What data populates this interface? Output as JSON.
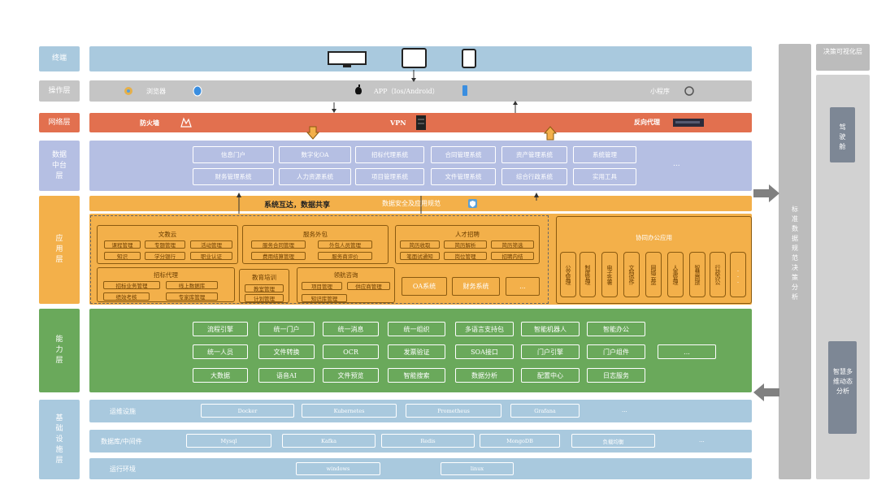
{
  "layers": {
    "terminal": "终端",
    "operation": "操作层",
    "network": "网络层",
    "data_center": "数据中台层",
    "application": "应用层",
    "capability": "能力层",
    "infrastructure": "基础设施层"
  },
  "right": {
    "decision_title": "决策可视化层",
    "driver": "驾驶舱",
    "standard": "标准数据规范决策分析",
    "smart": "智慧多维动态分析"
  },
  "operation": {
    "browser": "浏览器",
    "app": "APP（Ios/Android）",
    "mini": "小程序"
  },
  "network": {
    "firewall": "防火墙",
    "vpn": "VPN",
    "proxy": "反向代理"
  },
  "data_center": {
    "row1": [
      "信息门户",
      "数字化OA",
      "招标代理系统",
      "合同管理系统",
      "资产管理系统",
      "系统管理"
    ],
    "row2": [
      "财务管理系统",
      "人力资源系统",
      "项目管理系统",
      "文件管理系统",
      "综合行政系统",
      "实用工具"
    ],
    "more": "..."
  },
  "app_layer": {
    "interop": "系统互达，数据共享",
    "security": "数据安全及应用规范",
    "wenjiao": {
      "title": "文教云",
      "items": [
        "课程管理",
        "专题管理",
        "活动管理",
        "知识",
        "学分银行",
        "职业认证"
      ]
    },
    "outsourcing": {
      "title": "服务外包",
      "items": [
        "服务合同管理",
        "外包人员管理",
        "费用结算管理",
        "服务商评价"
      ]
    },
    "talent": {
      "title": "人才招聘",
      "items": [
        "简历收取",
        "简历解析",
        "简历筛选",
        "笔面试通知",
        "岗位管理",
        "招聘内结"
      ]
    },
    "bidding": {
      "title": "招标代理",
      "items": [
        "招标业务管理",
        "线上数据库",
        "绩效考核",
        "专家库管理"
      ]
    },
    "education": {
      "title": "教育培训",
      "items": [
        "教室管理",
        "计划管理"
      ]
    },
    "consult": {
      "title": "领航咨询",
      "items": [
        "项目管理",
        "供应商管理",
        "知识库管理"
      ]
    },
    "oa": "OA系统",
    "finance": "财务系统",
    "more": "...",
    "office": {
      "title": "协同办公应用",
      "items": [
        "公文管理",
        "制度管理",
        "电子签署",
        "文档协作",
        "网络云盘",
        "人事管理",
        "智慧商旅",
        "行政办公",
        "..."
      ]
    }
  },
  "capability": {
    "row1": [
      "流程引擎",
      "统一门户",
      "统一消息",
      "统一组织",
      "多语言支持包",
      "智能机器人",
      "智能办公"
    ],
    "row2": [
      "统一人员",
      "文件转换",
      "OCR",
      "发票验证",
      "SOA接口",
      "门户引擎",
      "门户组件",
      "..."
    ],
    "row3": [
      "大数据",
      "语音AI",
      "文件预览",
      "智能搜索",
      "数据分析",
      "配置中心",
      "日志服务"
    ]
  },
  "infra": {
    "ops": {
      "label": "运维设施",
      "items": [
        "Docker",
        "Kubernetes",
        "Prometheus",
        "Grafana",
        "..."
      ]
    },
    "db": {
      "label": "数据库/中间件",
      "items": [
        "Mysql",
        "Kafka",
        "Redis",
        "MongoDB",
        "负载均衡",
        "..."
      ]
    },
    "runtime": {
      "label": "运行环境",
      "items": [
        "windows",
        "linux"
      ]
    }
  }
}
